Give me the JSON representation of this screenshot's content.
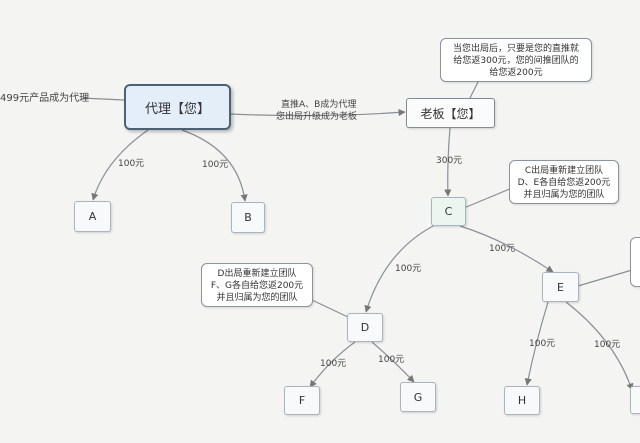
{
  "left_note": "499元产品成为代理",
  "nodes": {
    "agent": "代理【您】",
    "boss": "老板【您】",
    "a": "A",
    "b": "B",
    "c": "C",
    "d": "D",
    "e": "E",
    "f": "F",
    "g": "G",
    "h": "H"
  },
  "edge_labels": {
    "agent_to_a": "100元",
    "agent_to_b": "100元",
    "agent_to_boss_line1": "直推A、B成为代理",
    "agent_to_boss_line2": "您出局升级成为老板",
    "boss_to_c": "300元",
    "c_to_d": "100元",
    "c_to_e": "100元",
    "d_to_f": "100元",
    "d_to_g": "100元",
    "e_to_h": "100元",
    "e_to_i": "100元"
  },
  "callouts": {
    "boss": [
      "当您出局后，只要是您的直推就",
      "给您返300元，您的间推团队的",
      "给您返200元"
    ],
    "c": [
      "C出局重新建立团队",
      "D、E各自给您返200元",
      "并且归属为您的团队"
    ],
    "d": [
      "D出局重新建立团队",
      "F、G各自给您返200元",
      "并且归属为您的团队"
    ]
  }
}
